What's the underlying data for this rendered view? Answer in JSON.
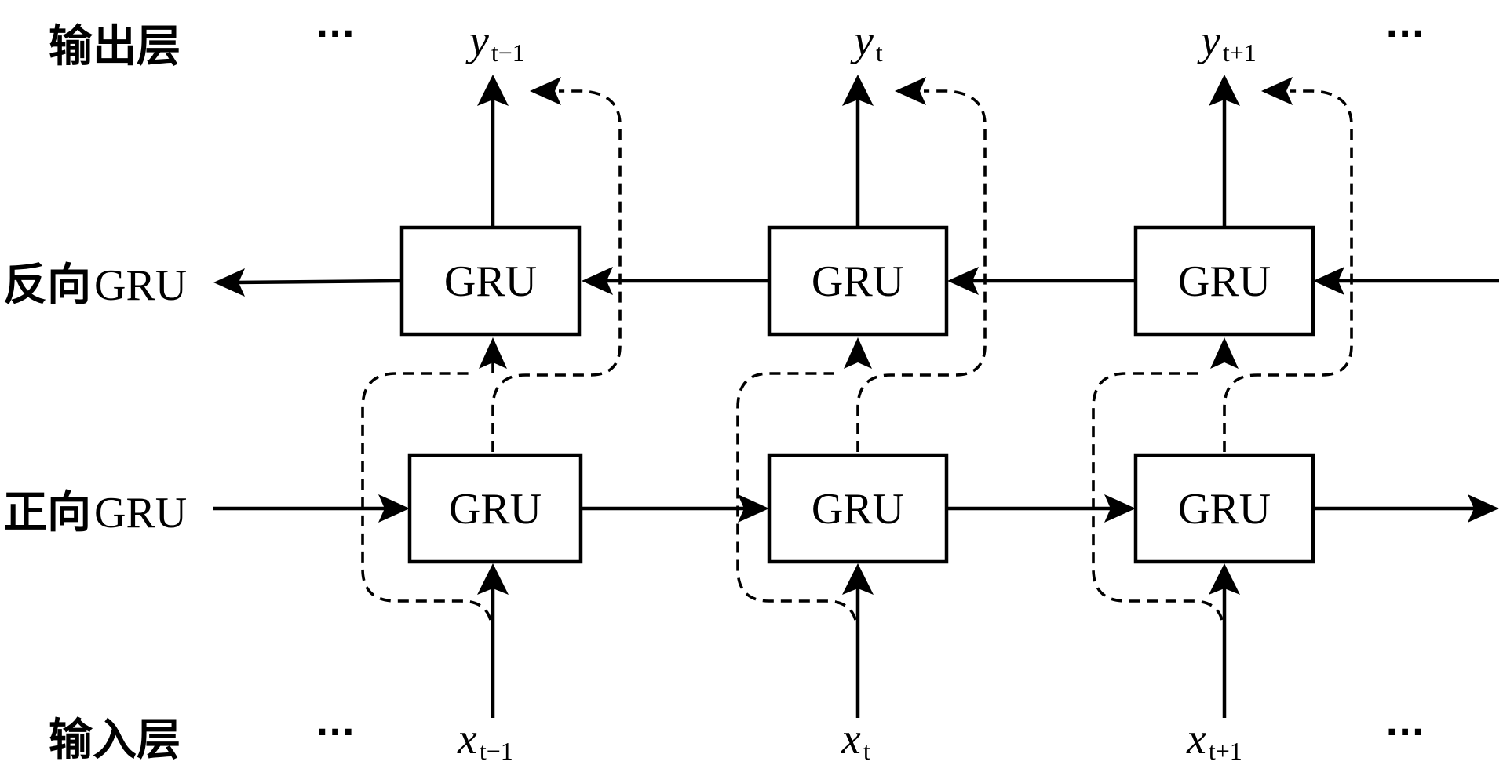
{
  "layers": {
    "output": "输出层",
    "backward": "反向",
    "forward": "正向",
    "input": "输入层",
    "gru_suffix": "GRU"
  },
  "box_label": "GRU",
  "ellipsis": "···",
  "steps": [
    {
      "out_var": "y",
      "out_sub": "t−1",
      "in_var": "x",
      "in_sub": "t−1"
    },
    {
      "out_var": "y",
      "out_sub": "t",
      "in_var": "x",
      "in_sub": "t"
    },
    {
      "out_var": "y",
      "out_sub": "t+1",
      "in_var": "x",
      "in_sub": "t+1"
    }
  ]
}
